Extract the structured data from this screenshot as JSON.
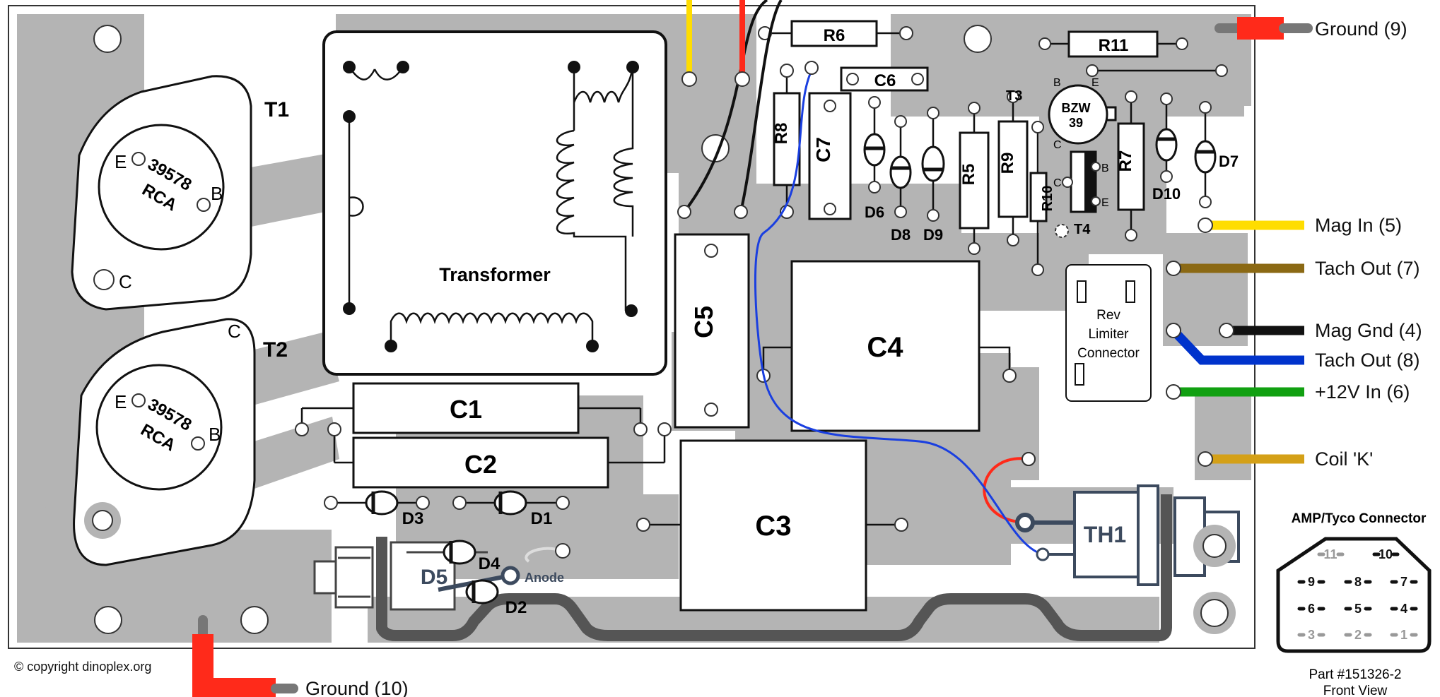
{
  "diagram": {
    "components": {
      "t1": "T1",
      "t2": "T2",
      "transistor_part": "39578",
      "transistor_brand": "RCA",
      "pin_e": "E",
      "pin_b": "B",
      "pin_c": "C",
      "transformer": "Transformer",
      "c1": "C1",
      "c2": "C2",
      "c3": "C3",
      "c4": "C4",
      "c5": "C5",
      "c6": "C6",
      "c7": "C7",
      "r5": "R5",
      "r6": "R6",
      "r7": "R7",
      "r8": "R8",
      "r9": "R9",
      "r10": "R10",
      "r11": "R11",
      "d1": "D1",
      "d2": "D2",
      "d3": "D3",
      "d4": "D4",
      "d5": "D5",
      "d6": "D6",
      "d7": "D7",
      "d8": "D8",
      "d9": "D9",
      "d10": "D10",
      "t3": "T3",
      "t4": "T4",
      "zener_line1": "BZW",
      "zener_line2": "39",
      "th1": "TH1",
      "anode": "Anode",
      "rev_line1": "Rev",
      "rev_line2": "Limiter",
      "rev_line3": "Connector"
    },
    "wires": {
      "ground_9": "Ground (9)",
      "mag_in_5": "Mag In (5)",
      "tach_out_7": "Tach Out (7)",
      "mag_gnd_4": "Mag Gnd (4)",
      "tach_out_8": "Tach Out (8)",
      "plus12v_6": "+12V In (6)",
      "coil_k": "Coil 'K'",
      "ground_10": "Ground (10)"
    },
    "wire_colors": {
      "mag_in": "#ffdd00",
      "tach_out_7": "#8b6914",
      "mag_gnd": "#111111",
      "tach_out_8": "#0033cc",
      "plus12v": "#11a011",
      "coil_k": "#d4a017",
      "ground": "#ff2a1a"
    },
    "connector": {
      "title": "AMP/Tyco Connector",
      "pins": [
        "11",
        "10",
        "9",
        "8",
        "7",
        "6",
        "5",
        "4",
        "3",
        "2",
        "1"
      ],
      "part": "Part #151326-2",
      "view": "Front View"
    },
    "copyright": "© copyright dinoplex.org"
  }
}
